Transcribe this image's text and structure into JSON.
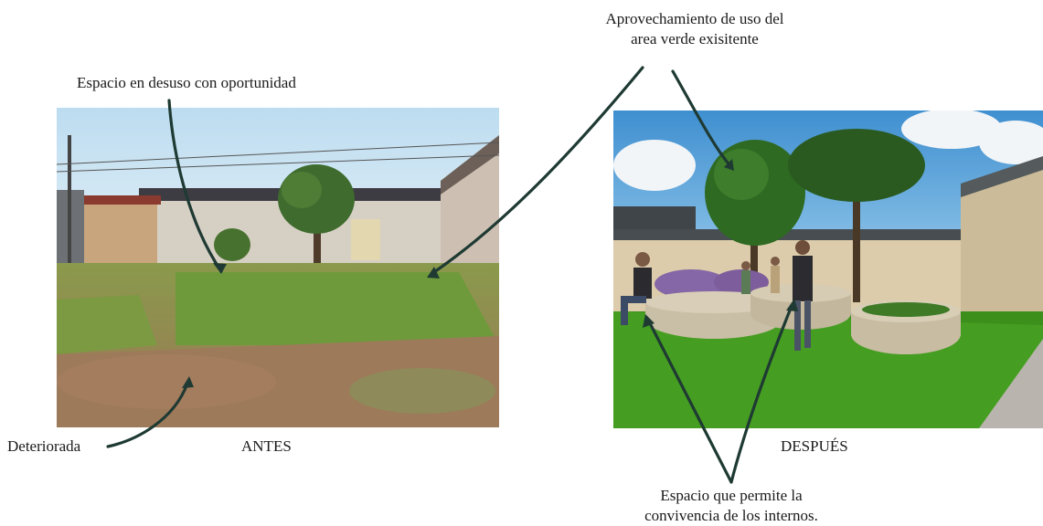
{
  "labels": {
    "opportunity": "Espacio en desuso con oportunidad",
    "green_area_line1": "Aprovechamiento de uso del",
    "green_area_line2": "area verde exisitente",
    "deteriorated": "Deteriorada",
    "before": "ANTES",
    "after": "DESPUÉS",
    "coexistence_line1": "Espacio que permite la",
    "coexistence_line2": "convivencia de los internos."
  },
  "colors": {
    "arrow": "#1e3a33",
    "sky_before": "#cfe6f3",
    "sky_after": "#5aa7d9",
    "grass_before": "#7d9a43",
    "soil": "#9a7356",
    "grass_after": "#3f8f1e",
    "wall_after": "#d8c9a8"
  }
}
